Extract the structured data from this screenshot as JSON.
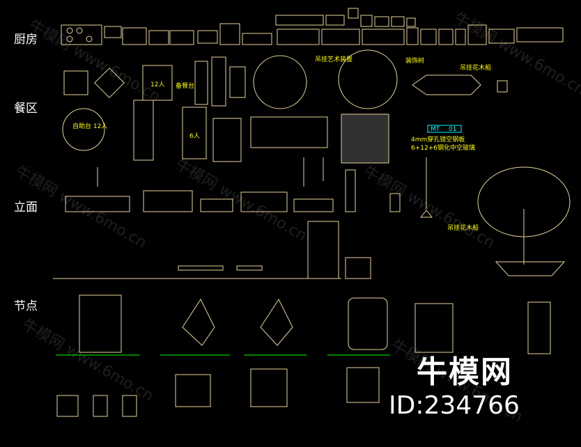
{
  "sections": [
    {
      "id": "kitchen",
      "label": "厨房"
    },
    {
      "id": "dining",
      "label": "餐区"
    },
    {
      "id": "elevation",
      "label": "立面"
    },
    {
      "id": "detail",
      "label": "节点"
    }
  ],
  "annotations": {
    "pendant_art": "吊挂艺术装置",
    "tree_label": "装饰树",
    "hanging_wood": "吊挂花木船",
    "table_12": "12人",
    "buffet_counter": "备餐台",
    "round_table": "自助台\n12人",
    "seat_6": "6人",
    "mt_code": "MT",
    "mt_num": "01",
    "glass_spec_1": "4mm穿孔镂空钢板",
    "glass_spec_2": "6+12+6钢化中空玻璃",
    "elev_wood": "吊挂花木船"
  },
  "watermark": {
    "brand": "牛模网",
    "id": "ID:234766",
    "diagonal": "牛模网 www.6mo.cn"
  },
  "colors": {
    "background": "#000000",
    "line": "#e8d49a",
    "accent_yellow": "#ffff00",
    "accent_green": "#00ff00",
    "accent_cyan": "#00ffff",
    "text": "#ffffff"
  }
}
